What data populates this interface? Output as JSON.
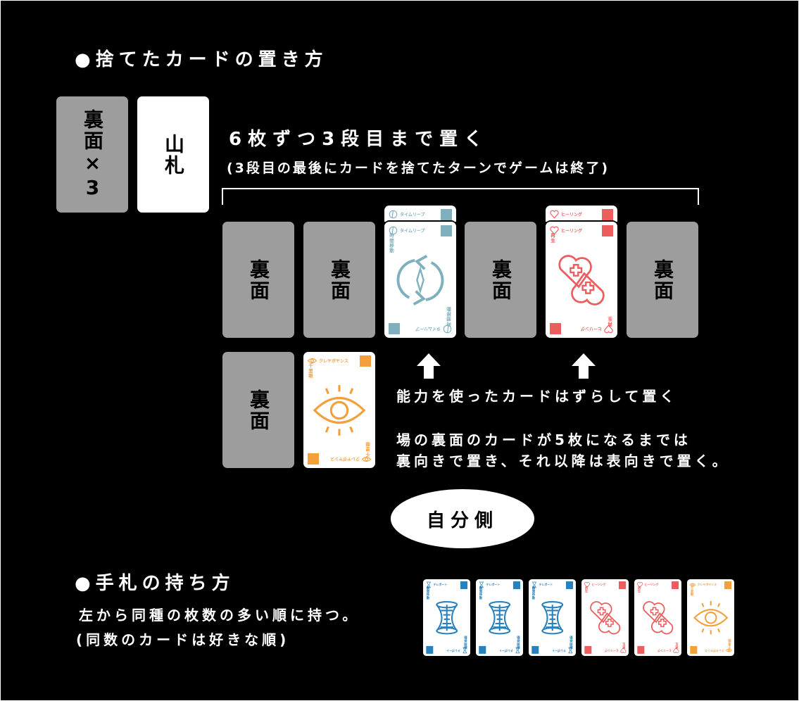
{
  "section1": {
    "heading": "●捨てたカードの置き方",
    "facedown_x3": "裏面×3",
    "deck": "山札",
    "rule": "6枚ずつ3段目まで置く",
    "note": "(3段目の最後にカードを捨てたターンでゲームは終了)",
    "back_label": "裏面",
    "shift_note": "能力を使ったカードはずらして置く",
    "facedown_note_1": "場の裏面のカードが5枚になるまでは",
    "facedown_note_2": "裏向きで置き、それ以降は表向きで置く。",
    "own_side": "自分側"
  },
  "section2": {
    "heading": "●手札の持ち方",
    "line1": "左から同種の枚数の多い順に持つ。",
    "line2": "(同数のカードは好きな順)"
  },
  "cards": {
    "timeleap": {
      "name": "タイムリープ",
      "sub": "時間移動",
      "color": "#7eb0bd"
    },
    "healing": {
      "name": "ヒーリング",
      "sub": "再生",
      "color": "#ec5d5d"
    },
    "teleport": {
      "name": "テレポート",
      "sub": "瞬間移動",
      "color": "#2a80bb"
    },
    "clairvoyance": {
      "name": "クレヤボヤンス",
      "sub": "千里眼",
      "color": "#f3a03c"
    }
  }
}
